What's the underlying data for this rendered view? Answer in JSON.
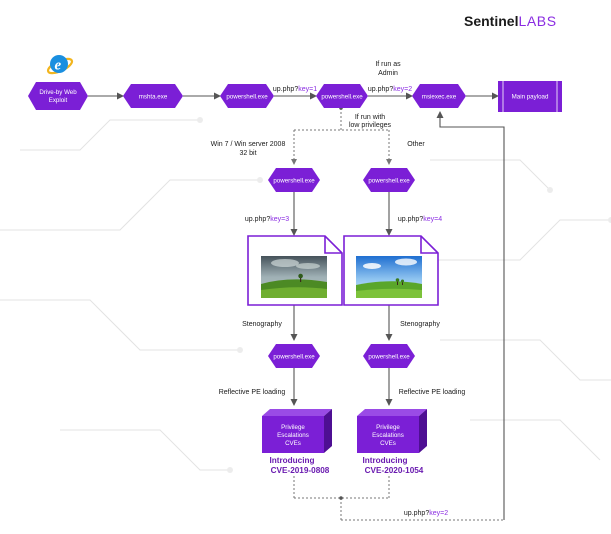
{
  "brand": {
    "part1": "Sentinel",
    "part2": "LABS"
  },
  "colors": {
    "node": "#7b1fd6",
    "node_dark": "#5a12a6",
    "accent": "#8a2be2",
    "line": "#555555",
    "dotted": "#777777"
  },
  "icons": {
    "browser": "internet-explorer-icon"
  },
  "nodes": {
    "driveby": {
      "line1": "Drive-by Web",
      "line2": "Exploit"
    },
    "mshta": "mshta.exe",
    "ps1": "powershell.exe",
    "ps2": "powershell.exe",
    "msiexec": "msiexec.exe",
    "payload": "Main payload",
    "ps_left": "powershell.exe",
    "ps_right": "powershell.exe",
    "ps_left2": "powershell.exe",
    "ps_right2": "powershell.exe",
    "cube_left": {
      "l1": "Privilege",
      "l2": "Escalations",
      "l3": "CVEs"
    },
    "cube_right": {
      "l1": "Privilege",
      "l2": "Escalations",
      "l3": "CVEs"
    }
  },
  "labels": {
    "key1": {
      "prefix": "up.php?",
      "key": "key=1"
    },
    "key2": {
      "prefix": "up.php?",
      "key": "key=2"
    },
    "key3": {
      "prefix": "up.php?",
      "key": "key=3"
    },
    "key4": {
      "prefix": "up.php?",
      "key": "key=4"
    },
    "key2b": {
      "prefix": "up.php?",
      "key": "key=2"
    },
    "admin": {
      "l1": "If run as",
      "l2": "Admin"
    },
    "lowpriv": {
      "l1": "If run with",
      "l2": "low privileges"
    },
    "win7": {
      "l1": "Win 7 / Win server 2008",
      "l2": "32 bit"
    },
    "other": "Other",
    "steno_left": "Stenography",
    "steno_right": "Stenography",
    "reflective_left": "Reflective PE loading",
    "reflective_right": "Reflective PE loading"
  },
  "cves": {
    "left": {
      "intro": "Introducing",
      "id": "CVE-2019-0808"
    },
    "right": {
      "intro": "Introducing",
      "id": "CVE-2020-1054"
    }
  }
}
